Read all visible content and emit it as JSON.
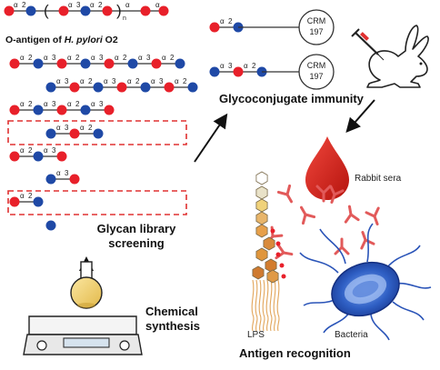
{
  "text": {
    "o_antigen_prefix": "O-antigen of ",
    "o_antigen_italic": "H. pylori",
    "o_antigen_suffix": " O2",
    "crm_line1": "CRM",
    "crm_line2": "197",
    "glycoconjugate": "Glycoconjugate immunity",
    "rabbit_sera": "Rabbit sera",
    "glycan_line1": "Glycan library",
    "glycan_line2": "screening",
    "chemical_line1": "Chemical",
    "chemical_line2": "synthesis",
    "lps": "LPS",
    "bacteria": "Bacteria",
    "antigen_recognition": "Antigen recognition",
    "alpha": "α",
    "n": "n",
    "paren_open": "(",
    "paren_close": ")"
  },
  "colors": {
    "red": "#e8202a",
    "blue": "#1f49a6",
    "dash_box": "#e03030",
    "blood": "#d9251d",
    "antibody": "#e25a5a",
    "bacteria_body": "#1d3f9e",
    "bacteria_inner": "#3e6fd0"
  },
  "sugar_chains": [
    {
      "units": [
        "red",
        "blue",
        "red",
        "blue",
        "red",
        "blue",
        "red"
      ],
      "links": [
        "2",
        "3",
        "2",
        "3",
        "2",
        ""
      ]
    },
    {
      "units": [
        "red",
        "blue",
        "red",
        "blue",
        "red",
        "blue",
        "red",
        "blue"
      ],
      "links": [
        "2",
        "3",
        "2",
        "3",
        "2",
        "3",
        "2"
      ]
    },
    {
      "units": [
        "blue",
        "red",
        "blue",
        "red",
        "blue",
        "red",
        "blue"
      ],
      "links": [
        "3",
        "2",
        "3",
        "2",
        "3",
        "2"
      ]
    },
    {
      "units": [
        "red",
        "blue",
        "red",
        "blue",
        "red"
      ],
      "links": [
        "2",
        "3",
        "2",
        "3"
      ]
    },
    {
      "units": [
        "blue",
        "red",
        "blue"
      ],
      "links": [
        "3",
        "2"
      ]
    },
    {
      "units": [
        "red",
        "blue",
        "red"
      ],
      "links": [
        "2",
        "3"
      ]
    },
    {
      "units": [
        "blue",
        "red"
      ],
      "links": [
        "3"
      ]
    },
    {
      "units": [
        "red",
        "blue"
      ],
      "links": [
        "2"
      ]
    },
    {
      "units": [
        "blue"
      ],
      "links": []
    }
  ],
  "conjugates": [
    {
      "units": [
        "red",
        "blue"
      ],
      "links": [
        "2"
      ]
    },
    {
      "units": [
        "blue",
        "red",
        "blue"
      ],
      "links": [
        "3",
        "2"
      ]
    }
  ]
}
